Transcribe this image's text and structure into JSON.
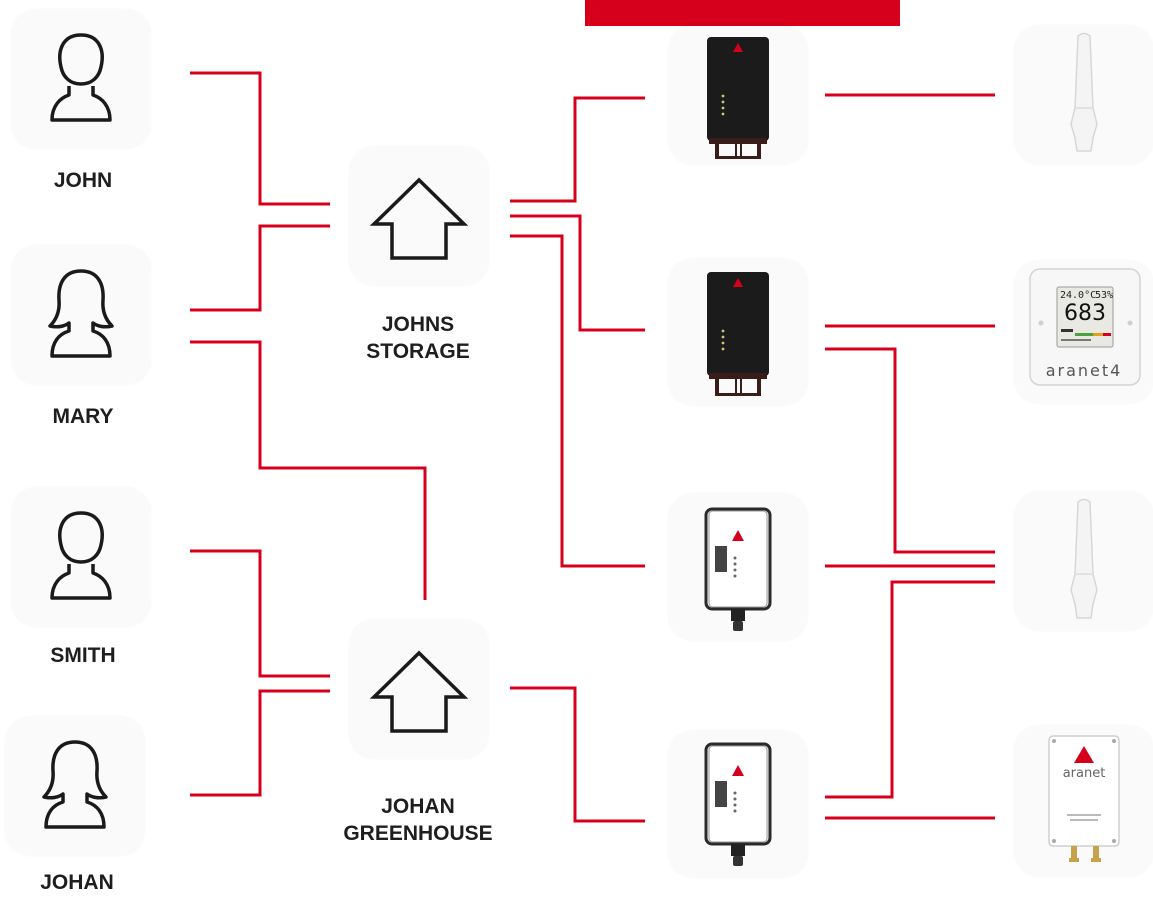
{
  "users": [
    {
      "name": "JOHN",
      "icon": "person-male-icon"
    },
    {
      "name": "MARY",
      "icon": "person-female-icon"
    },
    {
      "name": "SMITH",
      "icon": "person-male-icon"
    },
    {
      "name": "JOHAN",
      "icon": "person-female-icon"
    }
  ],
  "locations": [
    {
      "name": "JOHNS\nSTORAGE",
      "icon": "house-icon"
    },
    {
      "name": "JOHAN\nGREENHOUSE",
      "icon": "house-icon"
    }
  ],
  "base_stations": [
    {
      "icon": "pro-base-station-icon"
    },
    {
      "icon": "pro-base-station-icon"
    },
    {
      "icon": "outdoor-base-station-icon"
    },
    {
      "icon": "outdoor-base-station-icon"
    }
  ],
  "sensors": [
    {
      "icon": "probe-sensor-icon"
    },
    {
      "icon": "aranet4-sensor-icon",
      "screen": {
        "temp": "24.0°C",
        "hum": "53%",
        "co2": "683"
      },
      "brand": "aranet4"
    },
    {
      "icon": "probe-sensor-icon"
    },
    {
      "icon": "pressure-sensor-icon",
      "brand": "aranet"
    }
  ],
  "colors": {
    "accent": "#d6001c",
    "tile": "#fafafa",
    "text": "#1e1e1e"
  }
}
